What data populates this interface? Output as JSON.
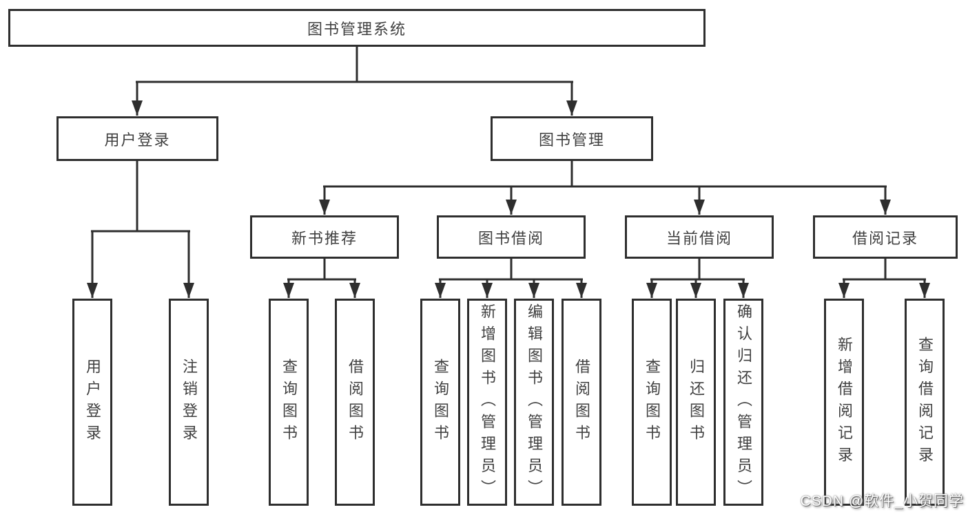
{
  "colors": {
    "line": "#2e2e2e",
    "text": "#404040",
    "background": "#ffffff",
    "watermark_fill": "#ffffff",
    "watermark_shadow": "#6e6e6e"
  },
  "tree": {
    "root": {
      "label": "图书管理系统"
    },
    "branches": [
      {
        "label": "用户登录",
        "children": [
          {
            "label": "用户登录"
          },
          {
            "label": "注销登录"
          }
        ]
      },
      {
        "label": "图书管理",
        "children": [
          {
            "label": "新书推荐",
            "children": [
              {
                "label": "查询图书"
              },
              {
                "label": "借阅图书"
              }
            ]
          },
          {
            "label": "图书借阅",
            "children": [
              {
                "label": "查询图书"
              },
              {
                "label": "新增图书（管理员）"
              },
              {
                "label": "编辑图书（管理员）"
              },
              {
                "label": "借阅图书"
              }
            ]
          },
          {
            "label": "当前借阅",
            "children": [
              {
                "label": "查询图书"
              },
              {
                "label": "归还图书"
              },
              {
                "label": "确认归还（管理员）"
              }
            ]
          },
          {
            "label": "借阅记录",
            "children": [
              {
                "label": "新增借阅记录"
              },
              {
                "label": "查询借阅记录"
              }
            ]
          }
        ]
      }
    ]
  },
  "watermark": {
    "text": "CSDN @软件_小贺同学"
  }
}
